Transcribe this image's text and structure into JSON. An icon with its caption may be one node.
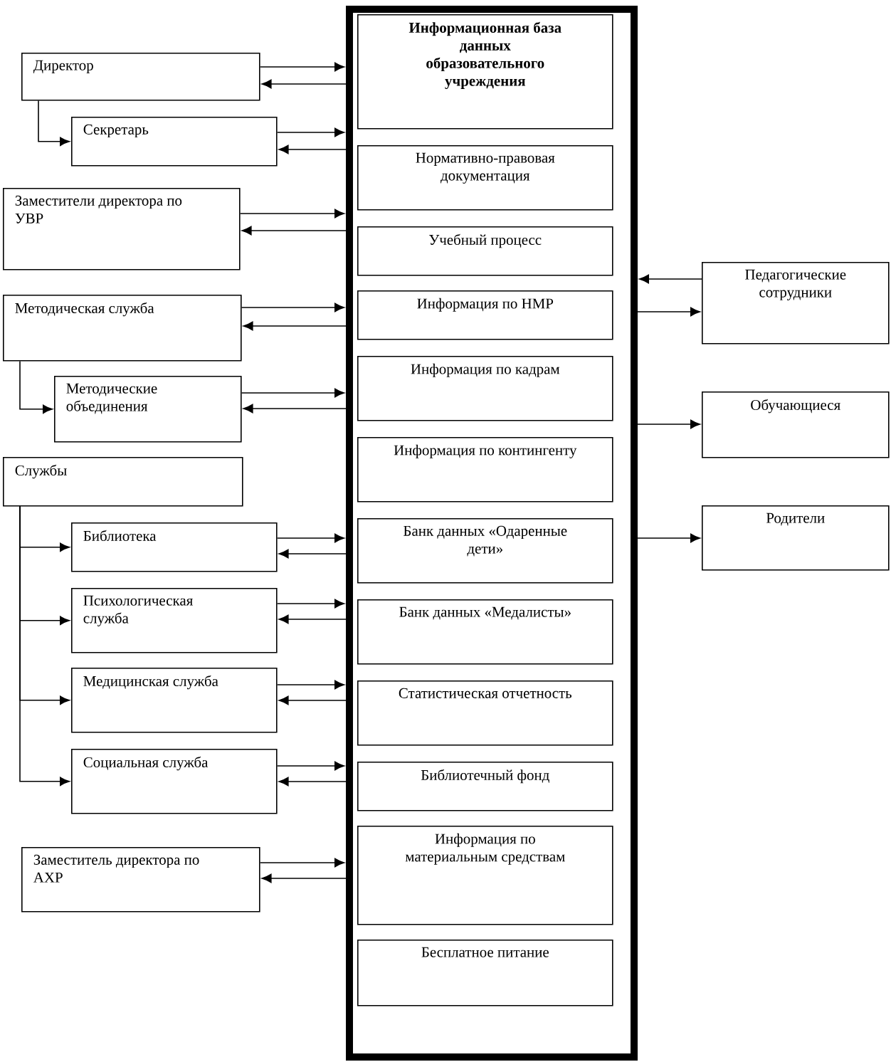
{
  "diagram": {
    "nodes": [
      {
        "text": [],
        "shape": "box"
      },
      {
        "text": [
          "Информационная база данных образовательного учреждения"
        ],
        "in": 0
      },
      {
        "text": [
          "Нормативно-правовая документация"
        ],
        "in": 0
      },
      {
        "text": [
          "Учебный процесс"
        ],
        "in": 0
      },
      {
        "text": [
          "Информация по НМР"
        ],
        "in": 0
      },
      {
        "text": [
          "Информация по кадрам"
        ],
        "in": 0
      },
      {
        "text": [
          "Информация по контингенту"
        ],
        "in": 0
      },
      {
        "text": [
          "Банк данных «Одаренные дети»"
        ],
        "in": 0
      },
      {
        "text": [
          "Банк данных «Медалисты»"
        ],
        "in": 0
      },
      {
        "text": [
          "Статистическая отчетность"
        ],
        "in": 0
      },
      {
        "text": [
          "Библиотечный фонд"
        ],
        "in": 0
      },
      {
        "text": [
          "Информация по материальным средствам"
        ],
        "in": 0
      },
      {
        "text": [
          "Бесплатное питание"
        ],
        "in": 0
      },
      {
        "text": [
          "Директор"
        ]
      },
      {
        "text": [
          "Секретарь"
        ]
      },
      {
        "text": [
          "Заместители директора по УВР"
        ]
      },
      {
        "text": [
          "Методическая служба"
        ]
      },
      {
        "text": [
          "Методические объединения"
        ]
      },
      {
        "text": [
          "Службы"
        ]
      },
      {
        "text": [
          "Библиотека"
        ]
      },
      {
        "text": [
          "Психологическая служба"
        ]
      },
      {
        "text": [
          "Медицинская служба"
        ]
      },
      {
        "text": [
          "Социальная служба"
        ]
      },
      {
        "text": [
          "Заместитель директора по АХР"
        ]
      },
      {
        "text": [
          "Педагогические сотрудники"
        ]
      },
      {
        "text": [
          "Обучающиеся"
        ]
      },
      {
        "text": [
          "Родители"
        ]
      }
    ],
    "edges": [
      {
        "from": 13,
        "to": 0,
        "arrow": "to"
      },
      {
        "from": 0,
        "to": 13,
        "arrow": "to"
      },
      {
        "from": 13,
        "to": 14,
        "arrow": "to"
      },
      {
        "from": 14,
        "to": 0,
        "arrow": "to"
      },
      {
        "from": 0,
        "to": 14,
        "arrow": "to"
      },
      {
        "from": 15,
        "to": 0,
        "arrow": "to"
      },
      {
        "from": 0,
        "to": 15,
        "arrow": "to"
      },
      {
        "from": 16,
        "to": 0,
        "arrow": "to"
      },
      {
        "from": 0,
        "to": 16,
        "arrow": "to"
      },
      {
        "from": 16,
        "to": 17,
        "arrow": "to"
      },
      {
        "from": 17,
        "to": 0,
        "arrow": "to"
      },
      {
        "from": 0,
        "to": 17,
        "arrow": "to"
      },
      {
        "from": 18,
        "to": 19,
        "arrow": "to"
      },
      {
        "from": 18,
        "to": 20,
        "arrow": "to"
      },
      {
        "from": 18,
        "to": 21,
        "arrow": "to"
      },
      {
        "from": 18,
        "to": 22,
        "arrow": "to"
      },
      {
        "from": 19,
        "to": 0,
        "arrow": "to"
      },
      {
        "from": 0,
        "to": 19,
        "arrow": "to"
      },
      {
        "from": 20,
        "to": 0,
        "arrow": "to"
      },
      {
        "from": 0,
        "to": 20,
        "arrow": "to"
      },
      {
        "from": 21,
        "to": 0,
        "arrow": "to"
      },
      {
        "from": 0,
        "to": 21,
        "arrow": "to"
      },
      {
        "from": 22,
        "to": 0,
        "arrow": "to"
      },
      {
        "from": 0,
        "to": 22,
        "arrow": "to"
      },
      {
        "from": 23,
        "to": 0,
        "arrow": "to"
      },
      {
        "from": 0,
        "to": 23,
        "arrow": "to"
      },
      {
        "from": 24,
        "to": 0,
        "arrow": "to"
      },
      {
        "from": 0,
        "to": 24,
        "arrow": "to"
      },
      {
        "from": 0,
        "to": 25,
        "arrow": "to"
      },
      {
        "from": 0,
        "to": 26,
        "arrow": "to"
      }
    ]
  }
}
